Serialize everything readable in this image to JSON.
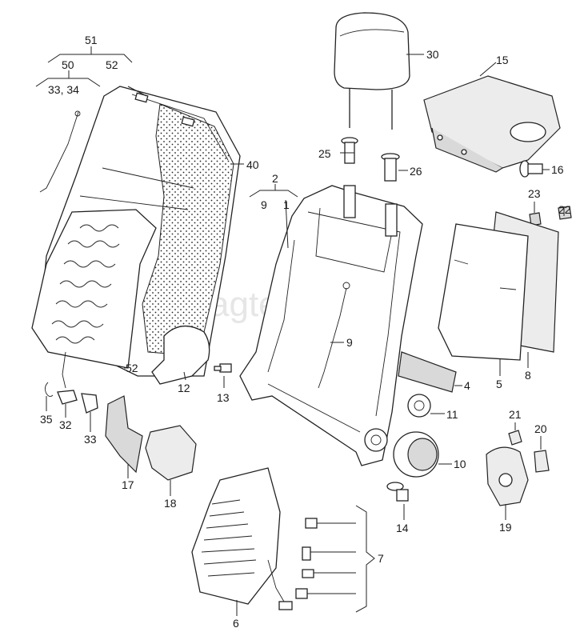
{
  "watermark": "vagtec.ru",
  "labels": {
    "p1": "1",
    "p2": "2",
    "p4": "4",
    "p5": "5",
    "p6": "6",
    "p7": "7",
    "p8": "8",
    "p9a": "9",
    "p9b": "9",
    "p10": "10",
    "p11": "11",
    "p12": "12",
    "p13": "13",
    "p14": "14",
    "p15": "15",
    "p16": "16",
    "p17": "17",
    "p18": "18",
    "p19": "19",
    "p20": "20",
    "p21": "21",
    "p22": "22",
    "p23": "23",
    "p25": "25",
    "p26": "26",
    "p30": "30",
    "p32": "32",
    "p33a": "33",
    "p33_34": "33, 34",
    "p35": "35",
    "p40": "40",
    "p50": "50",
    "p51": "51",
    "p52a": "52",
    "p52b": "52"
  }
}
